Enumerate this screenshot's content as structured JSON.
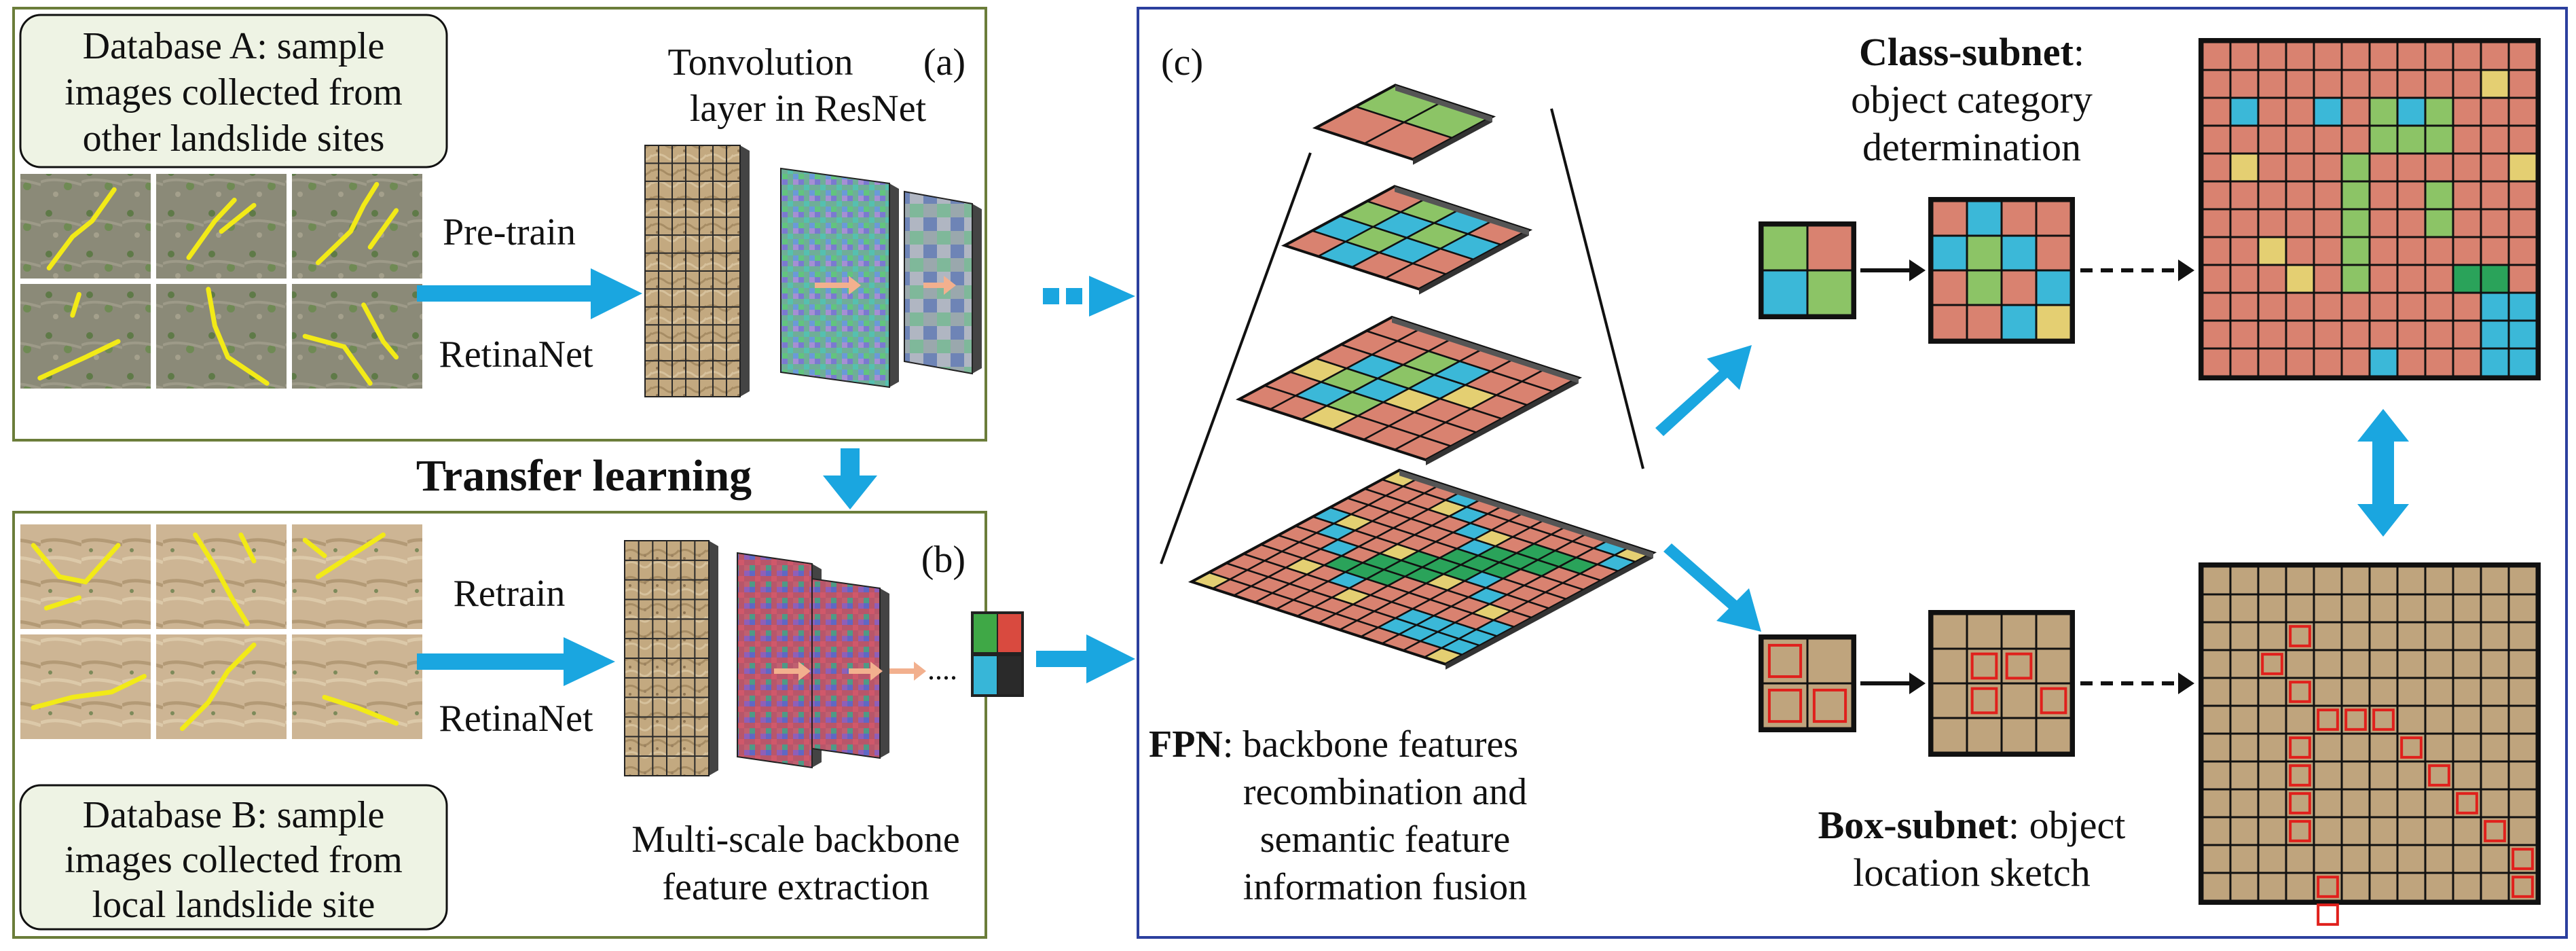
{
  "colors": {
    "green_frame": "#6b7d3a",
    "blue_frame": "#2b3f9e",
    "arrow_blue": "#1aa6e0",
    "cell_red": "#d98270",
    "cell_green": "#8cc466",
    "cell_blue": "#3bb8d8",
    "cell_yellow": "#e4cf72",
    "cell_dark_green": "#2aa35a",
    "terrain": "#bfa47d",
    "box_red": "#e0201c",
    "label_box_fill": "#eef3e4",
    "feature_arrow": "#f2b08e"
  },
  "panel_a": {
    "database_label": [
      "Database A: sample",
      "images collected from",
      "other landslide sites"
    ],
    "pretrain_label": "Pre-train",
    "retinanet_label": "RetinaNet",
    "layer_label": [
      "Tonvolution",
      "layer in ResNet"
    ],
    "tag": "(a)"
  },
  "transfer": {
    "label": "Transfer learning"
  },
  "panel_b": {
    "database_label": [
      "Database B: sample",
      "images collected from",
      "local landslide site"
    ],
    "retrain_label": "Retrain",
    "retinanet_label": "RetinaNet",
    "caption": [
      "Multi-scale backbone",
      "feature extraction"
    ],
    "tag": "(b)"
  },
  "panel_c": {
    "tag": "(c)",
    "fpn_title": "FPN",
    "fpn_desc": [
      ": backbone features",
      "recombination and",
      "semantic feature",
      "information fusion"
    ],
    "class_title": "Class-subnet",
    "class_desc": [
      ":",
      "object category",
      "determination"
    ],
    "box_title": "Box-subnet",
    "box_desc": [
      ": object",
      "location sketch"
    ]
  },
  "icons": {
    "sample_images": "landslide-photo-grid",
    "feature_maps": "feature-map-stack",
    "pyramid": "fpn-pyramid"
  }
}
